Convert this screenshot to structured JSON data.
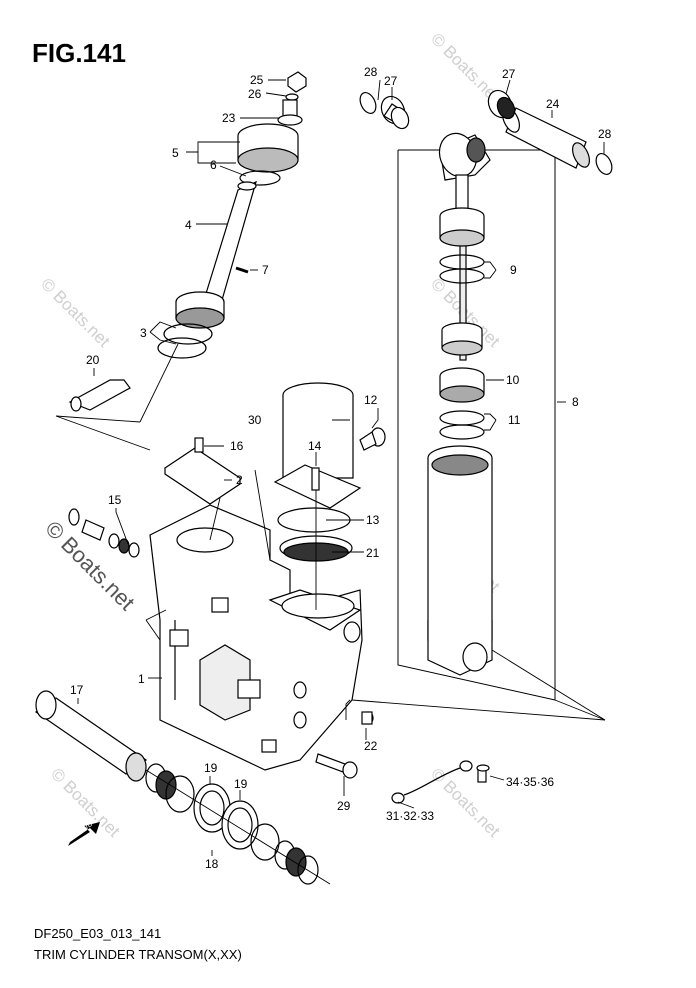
{
  "figure": {
    "title": "FIG.141",
    "footer_code": "DF250_E03_013_141",
    "footer_title": "TRIM CYLINDER TRANSOM(X,XX)",
    "watermark": "© Boats.net",
    "fwd_label": "FWD"
  },
  "labels": {
    "p1": "1",
    "p2": "2",
    "p3": "3",
    "p4": "4",
    "p5": "5",
    "p6": "6",
    "p7": "7",
    "p8": "8",
    "p9": "9",
    "p10": "10",
    "p11": "11",
    "p12": "12",
    "p13": "13",
    "p14": "14",
    "p15": "15",
    "p16": "16",
    "p17": "17",
    "p18": "18",
    "p19a": "19",
    "p19b": "19",
    "p20": "20",
    "p21": "21",
    "p22": "22",
    "p23": "23",
    "p24": "24",
    "p25": "25",
    "p26": "26",
    "p27a": "27",
    "p27b": "27",
    "p28a": "28",
    "p28b": "28",
    "p29": "29",
    "p30": "30",
    "p31": "31·32·33",
    "p34": "34·35·36"
  }
}
